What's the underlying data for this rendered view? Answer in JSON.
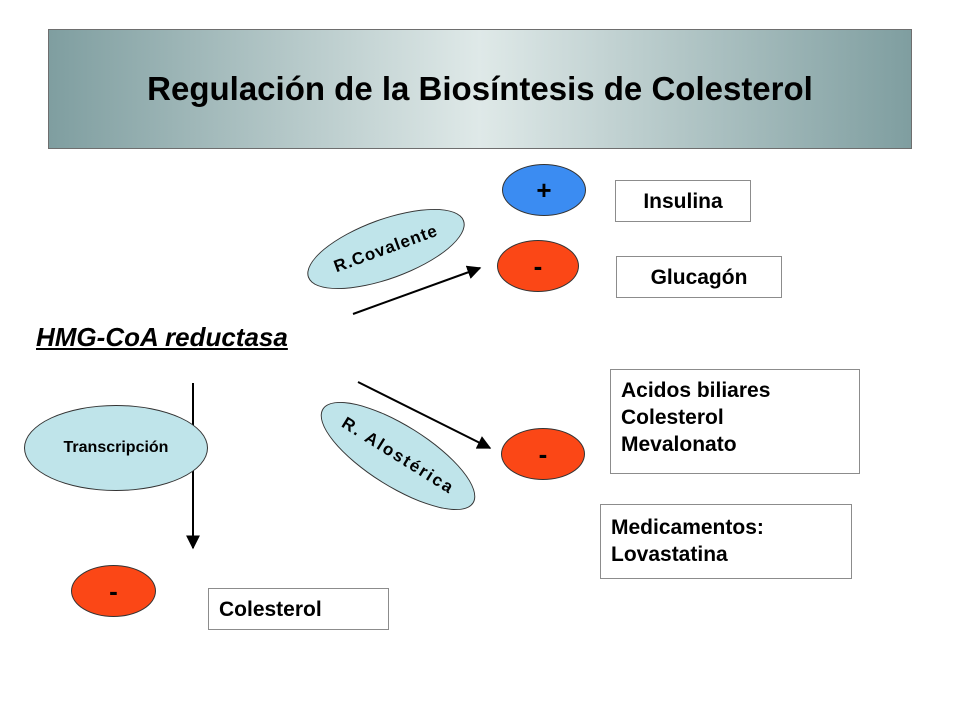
{
  "title": "Regulación de la Biosíntesis de Colesterol",
  "enzyme": "HMG-CoA reductasa",
  "regulation": {
    "covalent": "R.Covalente",
    "allosteric": "R. Alostérica",
    "transcription": "Transcripción"
  },
  "signs": {
    "insulina": "+",
    "glucagon": "-",
    "allosteric": "-",
    "transcription": "-"
  },
  "effectors": {
    "insulina": "Insulina",
    "glucagon": "Glucagón",
    "allosteric_lines": [
      "Acidos biliares",
      "Colesterol",
      "Mevalonato"
    ],
    "drug_lines": [
      "Medicamentos:",
      "Lovastatina"
    ],
    "transcription": "Colesterol"
  },
  "colors": {
    "activator": "#3b8cf2",
    "inhibitor": "#fb4716",
    "regulation_oval": "#bfe4ea",
    "title_gradient": [
      "#7f9ea0",
      "#dfe9e8"
    ]
  }
}
